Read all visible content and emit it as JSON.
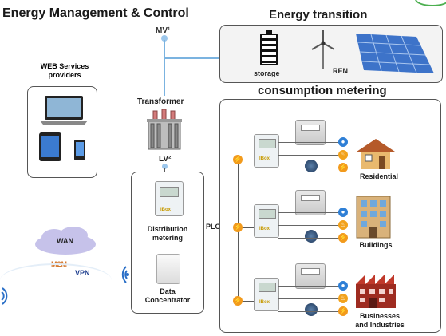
{
  "title": "Energy Management & Control",
  "energy_transition": {
    "title": "Energy transition",
    "storage_label": "storage",
    "ren_label": "REN"
  },
  "mv_label": "MV¹",
  "transformer_label": "Transformer",
  "lv_label": "LV²",
  "web_services_label": "WEB Services\nproviders",
  "consumption_title": "consumption metering",
  "distribution_label": "Distribution\nmetering",
  "concentrator_label": "Data\nConcentrator",
  "plc_label": "PLC",
  "wan_label": "WAN",
  "m2m_label": "M2M",
  "vpn_label": "VPN",
  "ibox_label": "IBox",
  "consumers": [
    {
      "label": "Residential"
    },
    {
      "label": "Buildings"
    },
    {
      "label": "Businesses\nand Industries"
    }
  ],
  "colors": {
    "line": "#7bb3e0",
    "m2m": "#d4772c",
    "vpn": "#1f3f8f",
    "bolt": "#f29a1c",
    "drop": "#2e7fd6"
  }
}
